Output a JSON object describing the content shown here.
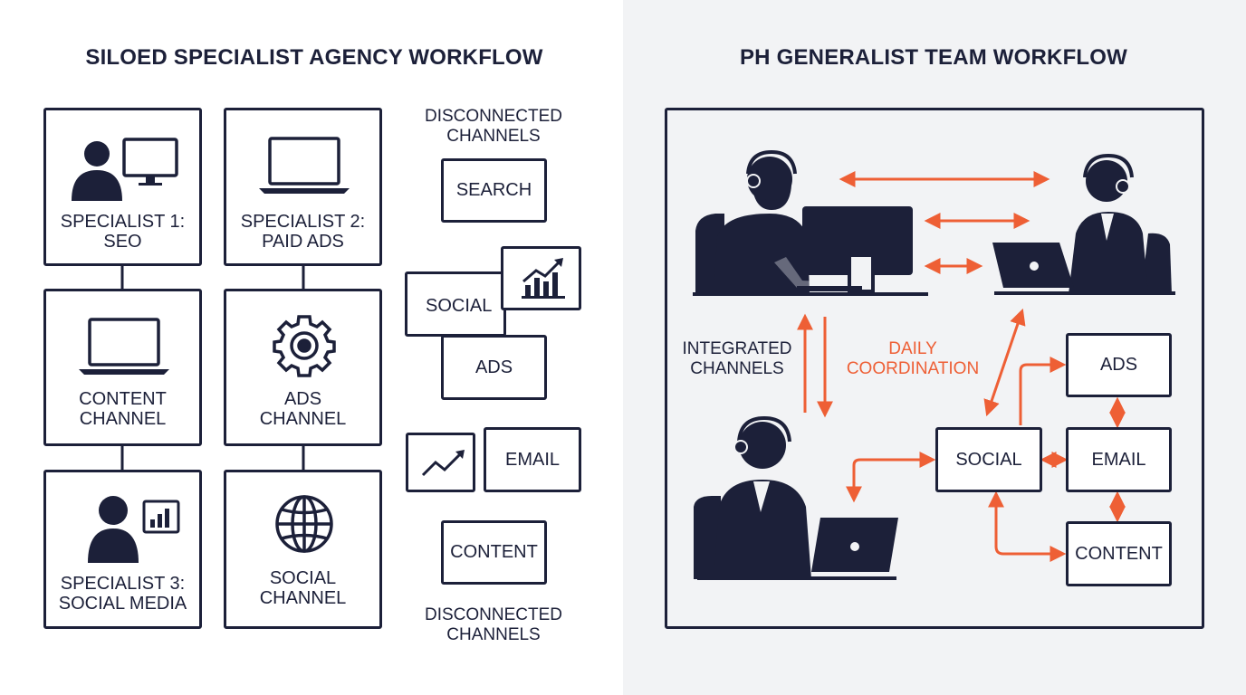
{
  "left": {
    "title": "SILOED SPECIALIST AGENCY WORKFLOW",
    "cards": {
      "specialist1": "SPECIALIST 1:\nSEO",
      "specialist2": "SPECIALIST 2:\nPAID ADS",
      "content_channel": "CONTENT\nCHANNEL",
      "ads_channel": "ADS\nCHANNEL",
      "specialist3": "SPECIALIST 3:\nSOCIAL MEDIA",
      "social_channel": "SOCIAL\nCHANNEL"
    },
    "disconnected_top": "DISCONNECTED\nCHANNELS",
    "disconnected_bottom": "DISCONNECTED\nCHANNELS",
    "channels": {
      "search": "SEARCH",
      "social": "SOCIAL",
      "ads": "ADS",
      "email": "EMAIL",
      "content": "CONTENT"
    }
  },
  "right": {
    "title": "PH GENERALIST TEAM WORKFLOW",
    "integrated": "INTEGRATED\nCHANNELS",
    "daily": "DAILY\nCOORDINATION",
    "channels": {
      "ads": "ADS",
      "social": "SOCIAL",
      "email": "EMAIL",
      "content": "CONTENT"
    }
  },
  "colors": {
    "navy": "#1c2039",
    "accent": "#ee5f35",
    "right_bg": "#f2f3f5"
  }
}
